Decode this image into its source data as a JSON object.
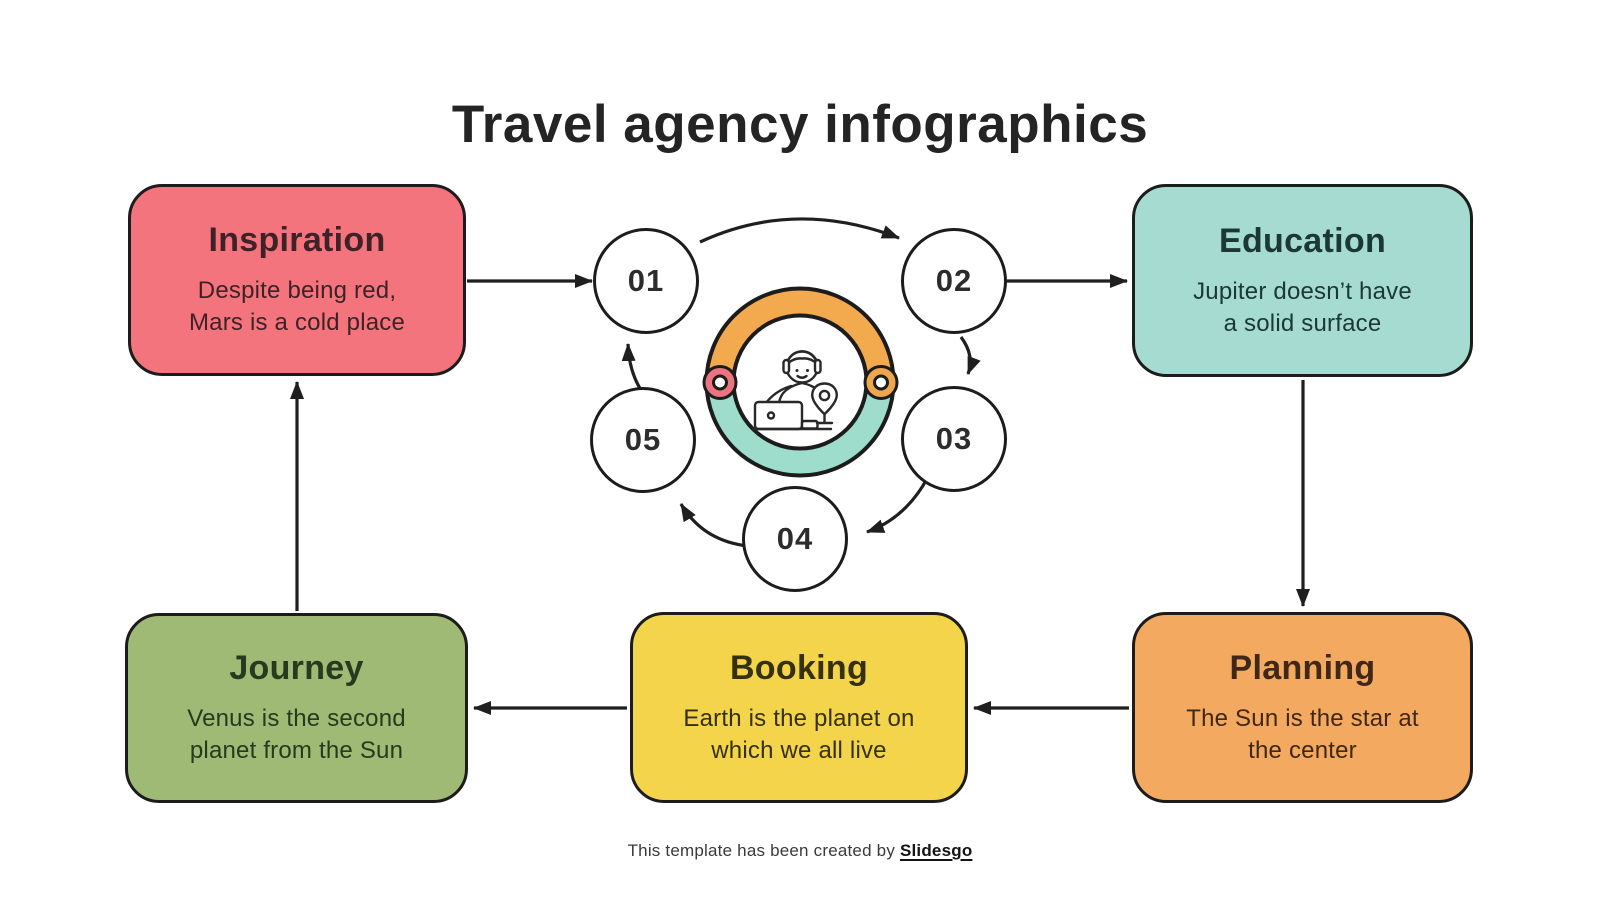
{
  "title": "Travel agency infographics",
  "cards": [
    {
      "id": "inspiration",
      "title": "Inspiration",
      "body": "Despite being red,\nMars is a cold place",
      "fill": "#F3747D",
      "text_color": "#3E2227"
    },
    {
      "id": "education",
      "title": "Education",
      "body": "Jupiter doesn’t have\na solid surface",
      "fill": "#A5DBD1",
      "text_color": "#1B3834"
    },
    {
      "id": "journey",
      "title": "Journey",
      "body": "Venus is the second\nplanet from the Sun",
      "fill": "#9EBA74",
      "text_color": "#27391F"
    },
    {
      "id": "booking",
      "title": "Booking",
      "body": "Earth is the planet on\nwhich we all live",
      "fill": "#F3D44B",
      "text_color": "#35300D"
    },
    {
      "id": "planning",
      "title": "Planning",
      "body": "The Sun is the star at\nthe center",
      "fill": "#F3A960",
      "text_color": "#3F2817"
    }
  ],
  "steps": [
    "01",
    "02",
    "03",
    "04",
    "05"
  ],
  "center_ring": {
    "icon": "travel-agent-at-laptop-with-location-pin-icon",
    "top_color": "#F3A94E",
    "bottom_color": "#9EDCCB",
    "left_dot_color": "#EC7380",
    "right_dot_color": "#EFA74D"
  },
  "footer": {
    "text": "This template has been created by",
    "link_label": "Slidesgo"
  },
  "colors": {
    "background": "#FFFFFF",
    "outline": "#1C1C1C",
    "arrow": "#1F1F1F",
    "title_text": "#242424"
  }
}
